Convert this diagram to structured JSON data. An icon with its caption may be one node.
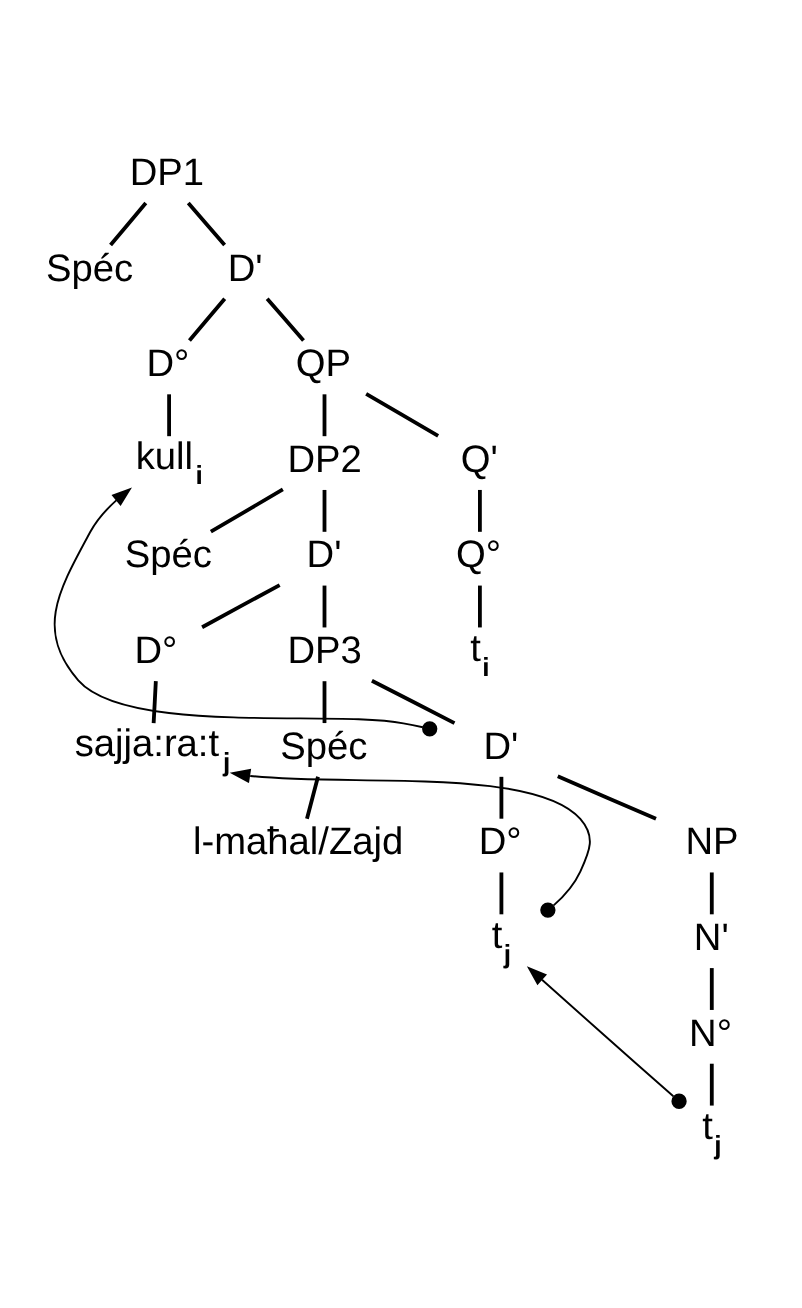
{
  "diagram": {
    "nodes": [
      {
        "text": [
          "DP1"
        ]
      },
      {
        "text": [
          "Spéc"
        ]
      },
      {
        "text": [
          "D'"
        ]
      },
      {
        "text": [
          "D°"
        ]
      },
      {
        "text": [
          "QP"
        ]
      },
      {
        "text": [
          "kull$_{i}$"
        ]
      },
      {
        "text": [
          "DP2"
        ]
      },
      {
        "text": [
          "Q'"
        ]
      },
      {
        "text": [
          "Spéc"
        ]
      },
      {
        "text": [
          "D'"
        ]
      },
      {
        "text": [
          "Q°"
        ]
      },
      {
        "text": [
          "D°"
        ]
      },
      {
        "text": [
          "DP3"
        ]
      },
      {
        "text": [
          "t$_{i}$"
        ]
      },
      {
        "text": [
          "sajja:ra:t$_{j}$"
        ]
      },
      {
        "text": [
          "Spéc"
        ]
      },
      {
        "text": [
          "D'"
        ]
      },
      {
        "text": [
          "l-maħal/Zajd"
        ]
      },
      {
        "text": [
          "D°"
        ]
      },
      {
        "text": [
          "NP"
        ]
      },
      {
        "text": [
          "t$_{j}$"
        ]
      },
      {
        "text": [
          "N'"
        ]
      },
      {
        "text": [
          "N°"
        ]
      },
      {
        "text": [
          "t$_{j}$"
        ]
      }
    ],
    "edges": [
      {
        "from": 0,
        "to": 1,
        "arrow": "none"
      },
      {
        "from": 0,
        "to": 2,
        "arrow": "none"
      },
      {
        "from": 2,
        "to": 3,
        "arrow": "none"
      },
      {
        "from": 2,
        "to": 4,
        "arrow": "none"
      },
      {
        "from": 3,
        "to": 5,
        "arrow": "none"
      },
      {
        "from": 4,
        "to": 6,
        "arrow": "none"
      },
      {
        "from": 4,
        "to": 7,
        "arrow": "none"
      },
      {
        "from": 6,
        "to": 8,
        "arrow": "none"
      },
      {
        "from": 6,
        "to": 9,
        "arrow": "none"
      },
      {
        "from": 7,
        "to": 10,
        "arrow": "none"
      },
      {
        "from": 9,
        "to": 11,
        "arrow": "none"
      },
      {
        "from": 9,
        "to": 12,
        "arrow": "none"
      },
      {
        "from": 10,
        "to": 13,
        "arrow": "none"
      },
      {
        "from": 11,
        "to": 14,
        "arrow": "none"
      },
      {
        "from": 12,
        "to": 15,
        "arrow": "none"
      },
      {
        "from": 12,
        "to": 16,
        "arrow": "none"
      },
      {
        "from": 15,
        "to": 17,
        "arrow": "none"
      },
      {
        "from": 16,
        "to": 18,
        "arrow": "none"
      },
      {
        "from": 16,
        "to": 19,
        "arrow": "none"
      },
      {
        "from": 18,
        "to": 20,
        "arrow": "none"
      },
      {
        "from": 19,
        "to": 21,
        "arrow": "none"
      },
      {
        "from": 21,
        "to": 22,
        "arrow": "none"
      },
      {
        "from": 22,
        "to": 23,
        "arrow": "none"
      },
      {
        "from": 16,
        "to": 5,
        "arrow": "to"
      },
      {
        "from": 20,
        "to": 14,
        "arrow": "to"
      },
      {
        "from": 23,
        "to": 20,
        "arrow": "to"
      }
    ]
  }
}
